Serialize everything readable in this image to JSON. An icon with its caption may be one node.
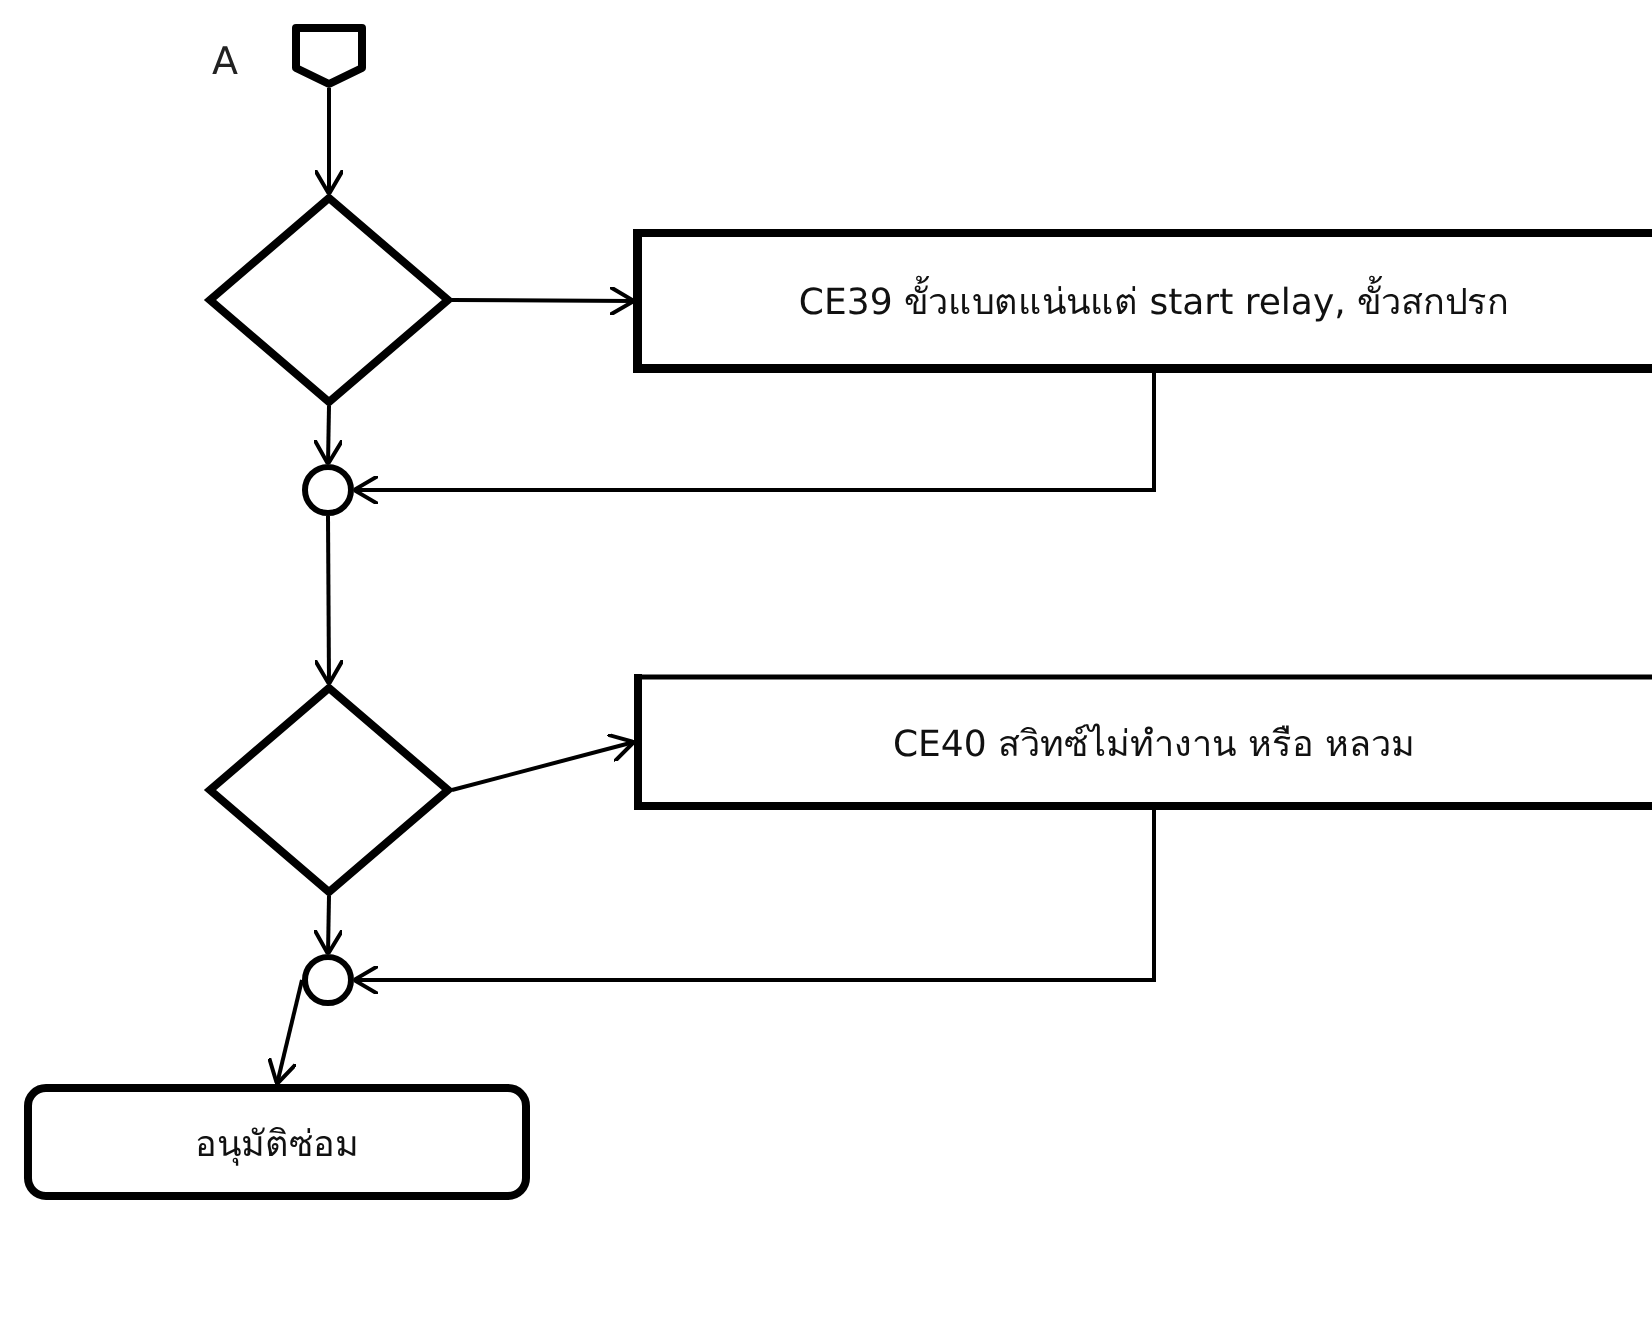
{
  "diagram": {
    "nodes": [
      {
        "text": [],
        "shape": "pentagon",
        "beside": [
          "A"
        ]
      },
      {
        "text": [],
        "shape": "diamond"
      },
      {
        "text": [
          "CE39 ขั้วแบตแน่นแต่ start relay, ขั้วสกปรก"
        ]
      },
      {
        "text": [],
        "shape": "circle"
      },
      {
        "text": [],
        "shape": "diamond"
      },
      {
        "text": [
          "CE40 สวิทซ์ไม่ทำงาน หรือ หลวม"
        ]
      },
      {
        "text": [],
        "shape": "circle"
      },
      {
        "text": [
          "อนุมัติซ่อม"
        ]
      }
    ],
    "edges": [
      {
        "from": 0,
        "to": 1,
        "arrow": "to"
      },
      {
        "from": 1,
        "to": 2,
        "arrow": "to"
      },
      {
        "from": 1,
        "to": 3,
        "arrow": "to"
      },
      {
        "from": 2,
        "to": 3,
        "arrow": "to"
      },
      {
        "from": 3,
        "to": 4,
        "arrow": "to"
      },
      {
        "from": 4,
        "to": 5,
        "arrow": "to"
      },
      {
        "from": 4,
        "to": 6,
        "arrow": "to"
      },
      {
        "from": 5,
        "to": 6,
        "arrow": "to"
      },
      {
        "from": 6,
        "to": 7,
        "arrow": "to"
      }
    ]
  }
}
